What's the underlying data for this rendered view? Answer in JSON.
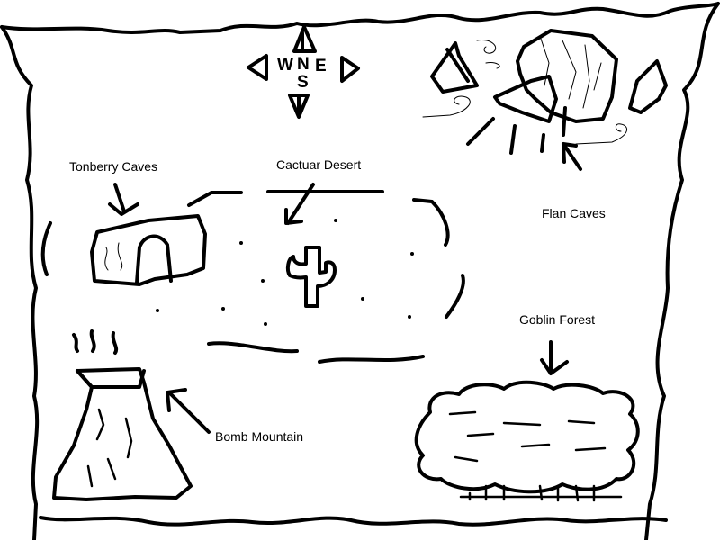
{
  "colors": {
    "ink": "#000000",
    "paper": "#ffffff"
  },
  "compass": {
    "north": "N",
    "south": "S",
    "east": "E",
    "west": "W"
  },
  "locations": {
    "tonberry_caves": "Tonberry Caves",
    "cactuar_desert": "Cactuar Desert",
    "flan_caves": "Flan Caves",
    "goblin_forest": "Goblin Forest",
    "bomb_mountain": "Bomb Mountain"
  }
}
